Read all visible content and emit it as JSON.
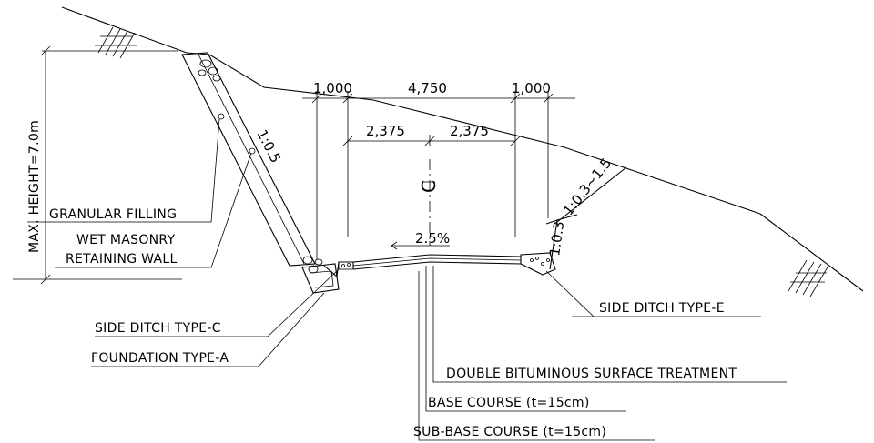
{
  "labels": {
    "max_height": "MAX. HEIGHT=7.0m",
    "granular_filling": "GRANULAR FILLING",
    "wet_masonry_line1": "WET MASONRY",
    "wet_masonry_line2": "RETAINING WALL",
    "side_ditch_c": "SIDE DITCH TYPE-C",
    "foundation_a": "FOUNDATION TYPE-A",
    "side_ditch_e": "SIDE DITCH TYPE-E",
    "dbst": "DOUBLE BITUMINOUS SURFACE TREATMENT",
    "base_course": "BASE COURSE (t=15cm)",
    "sub_base_course": "SUB-BASE COURSE (t=15cm)"
  },
  "dimensions": {
    "shoulder_left": "1,000",
    "carriageway": "4,750",
    "shoulder_right": "1,000",
    "half_left": "2,375",
    "half_right": "2,375"
  },
  "slopes": {
    "wall": "1:0.5",
    "cut_slope": "1:0.3~1.5",
    "ditch_slope": "1:0.3",
    "crossfall": "2.5%"
  },
  "centerline_symbol": "C"
}
